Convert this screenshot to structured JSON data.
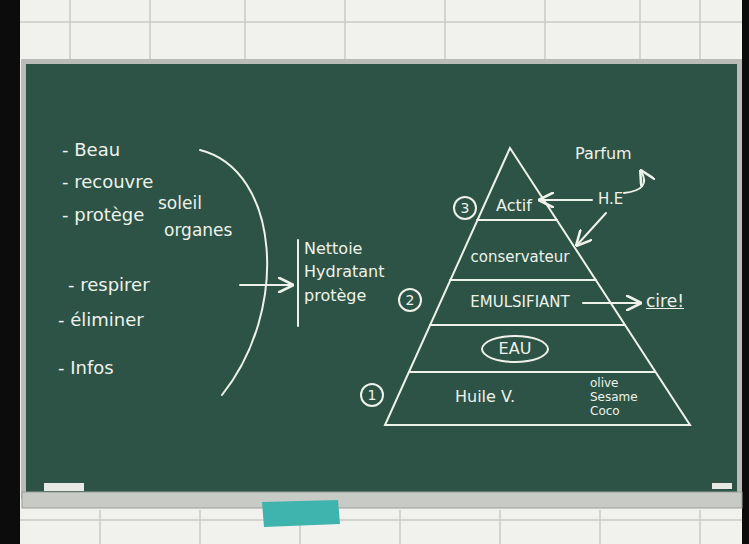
{
  "diagram": {
    "nodes": [
      {
        "text": [
          "Actif"
        ]
      },
      {
        "text": [
          "conservateur"
        ]
      },
      {
        "text": [
          "EMULSIFIANT"
        ]
      },
      {
        "text": [
          "EAU"
        ]
      },
      {
        "text": [
          "Huile V.",
          "olive Sesame Coco"
        ]
      }
    ],
    "labels": [
      "- Beau",
      "- recouvre",
      "- protège",
      "soleil",
      "organes",
      "- respirer",
      "- éliminer",
      "- Infos",
      "Nettoie",
      "Hydratant",
      "protège",
      "2",
      "3",
      "Parfum",
      "H.E",
      "cire!",
      "1"
    ]
  }
}
